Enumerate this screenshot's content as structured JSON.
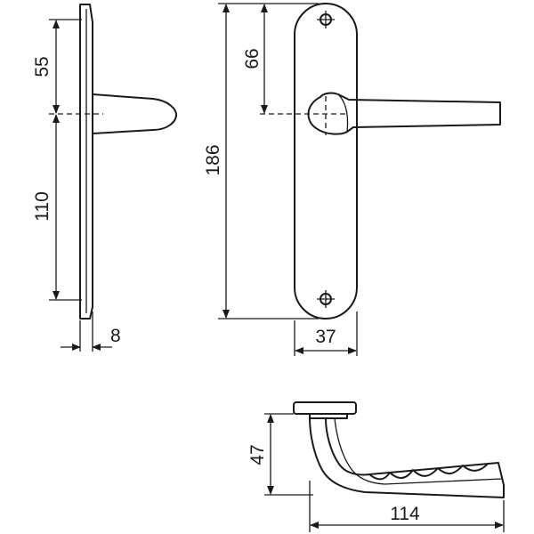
{
  "dimensions": {
    "rose_to_axis": "55",
    "axis_to_rose": "110",
    "plate_thickness": "8",
    "plate_height": "186",
    "top_to_axis": "66",
    "plate_width": "37",
    "handle_height": "47",
    "handle_length": "114"
  }
}
